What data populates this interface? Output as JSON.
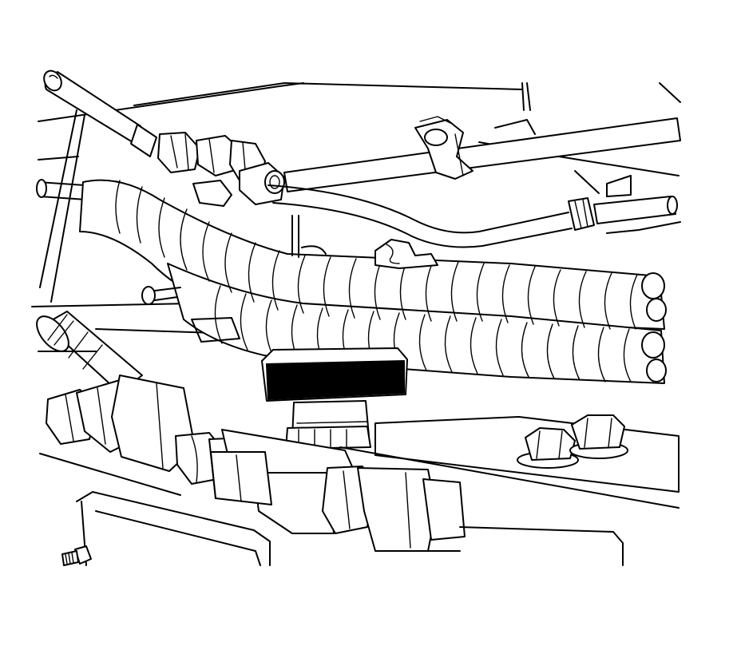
{
  "illustration": {
    "style": "black line art on white",
    "colors": {
      "line": "#000000",
      "background": "#ffffff"
    },
    "components": [
      "upper-fuel-line",
      "upper-fitting-nuts",
      "line-clip",
      "rear-fuel-line",
      "convoluted-hose-bundle",
      "harness-clip",
      "lower-left-fitting",
      "black-block",
      "lower-valve-body",
      "mounting-bolts",
      "cover-plate",
      "small-screw"
    ]
  }
}
